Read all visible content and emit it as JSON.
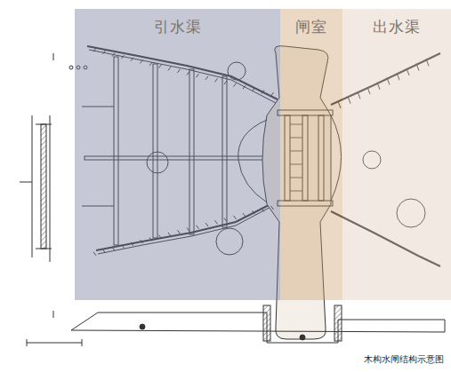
{
  "diagram": {
    "caption": "木构水闸结构示意图",
    "nodes": [
      {
        "text": [
          "引水渠"
        ]
      },
      {
        "text": [
          "闸室"
        ]
      },
      {
        "text": [
          "出水渠"
        ]
      }
    ]
  }
}
